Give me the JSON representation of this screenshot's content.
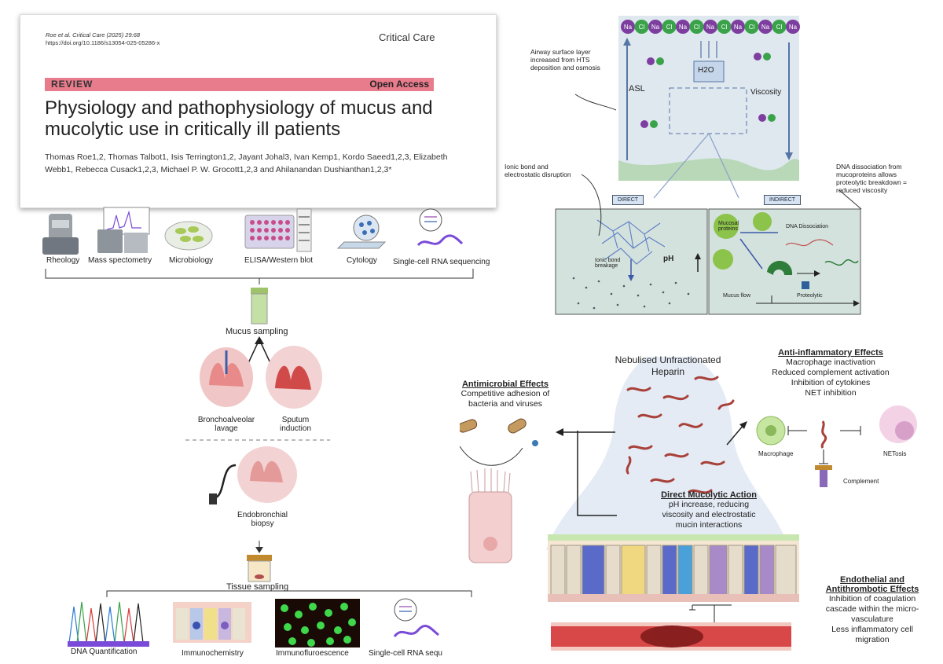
{
  "paper": {
    "citation_line1": "Roe et al. Critical Care      (2025) 29:68",
    "citation_line2": "https://doi.org/10.1186/s13054-025-05286-x",
    "journal": "Critical Care",
    "type_label": "REVIEW",
    "access": "Open Access",
    "title": "Physiology and pathophysiology of mucus and mucolytic use in critically ill patients",
    "authors": "Thomas Roe1,2, Thomas Talbot1, Isis Terrington1,2, Jayant Johal3, Ivan Kemp1, Kordo Saeed1,2,3, Elizabeth Webb1, Rebecca Cusack1,2,3, Michael P. W. Grocott1,2,3 and Ahilanandan Dushianthan1,2,3*"
  },
  "methods": {
    "top": [
      "Rheology",
      "Mass spectometry",
      "Microbiology",
      "ELISA/Western blot",
      "Cytology",
      "Single-cell RNA sequencing"
    ],
    "mucus_sampling": "Mucus sampling",
    "bronchoalveolar": "Bronchoalveolar lavage",
    "sputum": "Sputum induction",
    "endobronchial": "Endobronchial biopsy",
    "tissue_sampling": "Tissue sampling",
    "bottom": [
      "DNA Quantification",
      "Immunochemistry",
      "Immunofluroescence",
      "Single-cell RNA sequ"
    ]
  },
  "hts": {
    "ions": [
      "Na",
      "Cl",
      "Na",
      "Cl",
      "Na",
      "Cl",
      "Na",
      "Cl",
      "Na",
      "Cl",
      "Na",
      "Cl",
      "Na"
    ],
    "asl_note": "Airway surface layer increased from HTS deposition and osmosis",
    "asl": "ASL",
    "h2o": "H2O",
    "viscosity": "Viscosity",
    "ionic_note": "Ionic bond and electrostatic disruption",
    "dna_note": "DNA dissociation from mucoproteins allows proteolytic breakdown = reduced viscosity",
    "direct": "DIRECT",
    "indirect": "INDIRECT",
    "ionic_breakage": "Ionic bond breakage",
    "ph": "pH",
    "mucosal_proteins": "Mucosal proteins",
    "dna_dissociation": "DNA Dissociation",
    "proteolytic": "Proteolytic",
    "mucus_flow": "Mucus flow"
  },
  "heparin": {
    "nebulised": "Nebulised Unfractionated Heparin",
    "antimicrobial_title": "Antimicrobial Effects",
    "antimicrobial_body": "Competitive adhesion of bacteria and viruses",
    "antiinflam_title": "Anti-inflammatory Effects",
    "antiinflam_body": [
      "Macrophage inactivation",
      "Reduced complement activation",
      "Inhibition of cytokines",
      "NET inhibition"
    ],
    "macrophage": "Macrophage",
    "netosis": "NETosis",
    "complement": "Complement",
    "direct_title": "Direct Mucolytic Action",
    "direct_body": [
      "pH increase, reducing",
      "viscosity and electrostatic",
      "mucin interactions"
    ],
    "endo_title": [
      "Endothelial and",
      "Antithrombotic Effects"
    ],
    "endo_body": [
      "Inhibition of coagulation",
      "cascade within the micro-",
      "vasculature",
      "Less inflammatory cell",
      "migration"
    ]
  }
}
